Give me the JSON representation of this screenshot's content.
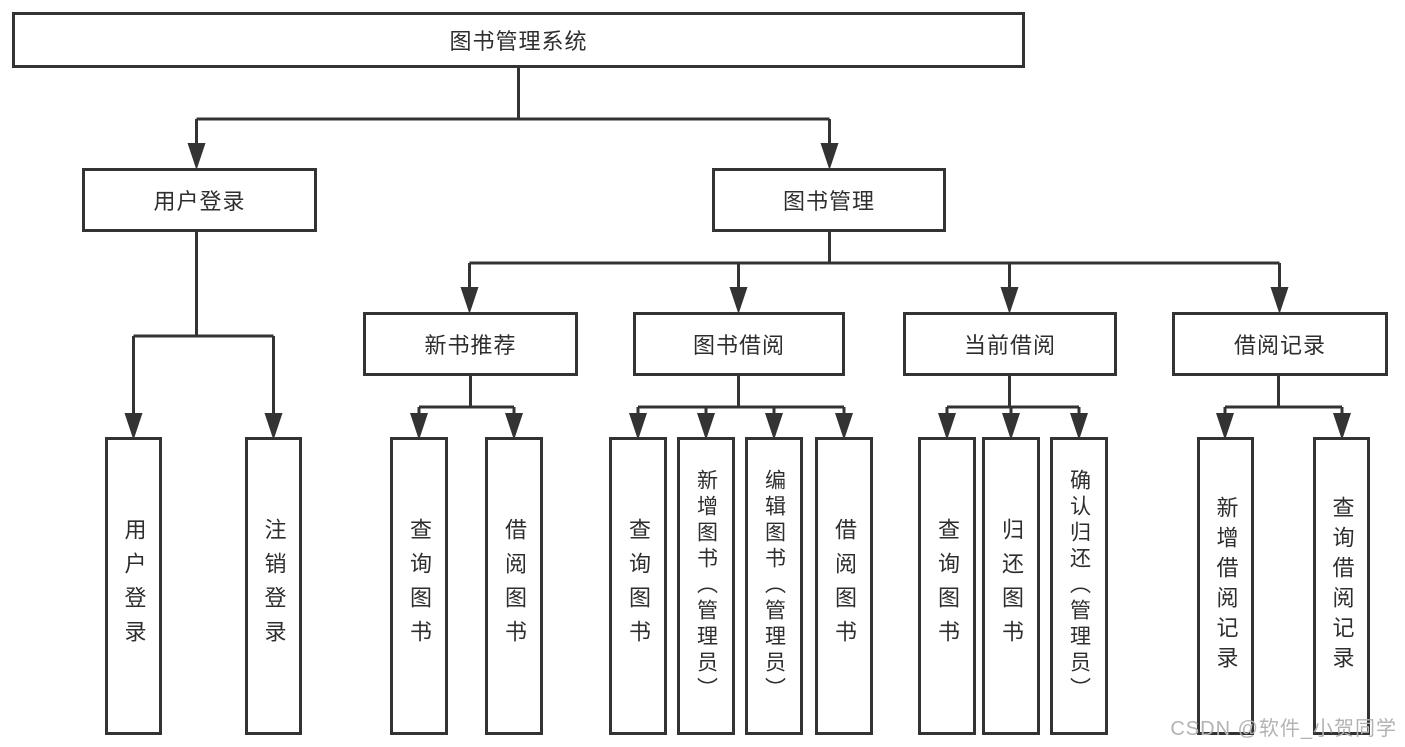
{
  "root": {
    "label": "图书管理系统"
  },
  "branches": {
    "user": {
      "label": "用户登录",
      "children": [
        {
          "label": "用户登录"
        },
        {
          "label": "注销登录"
        }
      ]
    },
    "books": {
      "label": "图书管理",
      "sections": [
        {
          "label": "新书推荐",
          "children": [
            {
              "label": "查询图书"
            },
            {
              "label": "借阅图书"
            }
          ]
        },
        {
          "label": "图书借阅",
          "children": [
            {
              "label": "查询图书"
            },
            {
              "label": "新增图书（管理员）"
            },
            {
              "label": "编辑图书（管理员）"
            },
            {
              "label": "借阅图书"
            }
          ]
        },
        {
          "label": "当前借阅",
          "children": [
            {
              "label": "查询图书"
            },
            {
              "label": "归还图书"
            },
            {
              "label": "确认归还（管理员）"
            }
          ]
        },
        {
          "label": "借阅记录",
          "children": [
            {
              "label": "新增借阅记录"
            },
            {
              "label": "查询借阅记录"
            }
          ]
        }
      ]
    }
  },
  "watermark": {
    "text": "CSDN @软件_小贺同学"
  }
}
